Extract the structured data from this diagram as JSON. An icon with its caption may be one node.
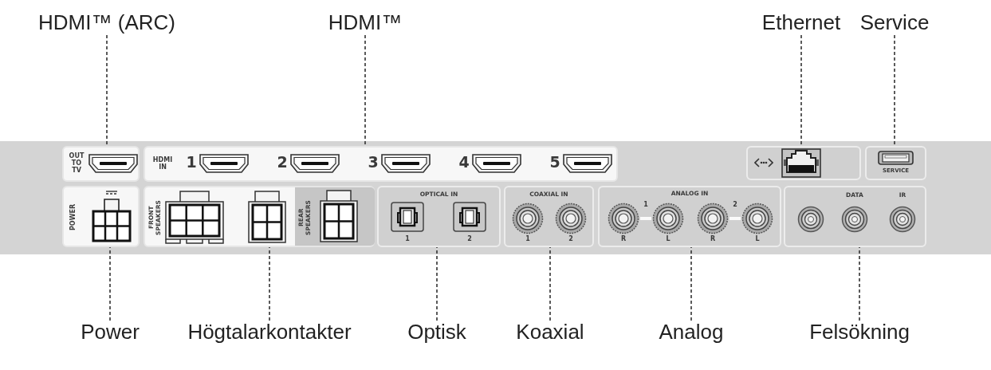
{
  "diagram": {
    "nodes": [
      {
        "text": [
          "HDMI™ (ARC)"
        ]
      },
      {
        "text": [
          "HDMI™"
        ]
      },
      {
        "text": [
          "Ethernet"
        ]
      },
      {
        "text": [
          "Service"
        ]
      },
      {
        "text": [
          "OUT TO TV"
        ]
      },
      {
        "text": [
          "HDMI IN",
          "1",
          "2",
          "3",
          "4",
          "5"
        ]
      },
      {
        "text": [],
        "shape": "box"
      },
      {
        "text": [
          "SERVICE"
        ]
      },
      {
        "text": [
          "POWER"
        ]
      },
      {
        "text": [
          "FRONT SPEAKERS"
        ]
      },
      {
        "text": [
          "REAR SPEAKERS"
        ],
        "in": 9
      },
      {
        "text": [
          "OPTICAL IN",
          "1",
          "2"
        ]
      },
      {
        "text": [
          "COAXIAL IN",
          "1",
          "2"
        ]
      },
      {
        "text": [
          "ANALOG IN",
          "1",
          "2",
          "R",
          "L",
          "R",
          "L"
        ]
      },
      {
        "text": [
          "DATA",
          "IR"
        ]
      },
      {
        "text": [
          "Power"
        ]
      },
      {
        "text": [
          "Högtalarkontakter"
        ]
      },
      {
        "text": [
          "Optisk"
        ]
      },
      {
        "text": [
          "Koaxial"
        ]
      },
      {
        "text": [
          "Analog"
        ]
      },
      {
        "text": [
          "Felsökning"
        ]
      }
    ],
    "edges": [
      {
        "from": 0,
        "to": 4,
        "arrow": "none",
        "style": "dashed"
      },
      {
        "from": 1,
        "to": 5,
        "arrow": "none",
        "style": "dashed"
      },
      {
        "from": 2,
        "to": 6,
        "arrow": "none",
        "style": "dashed"
      },
      {
        "from": 3,
        "to": 7,
        "arrow": "none",
        "style": "dashed"
      },
      {
        "from": 15,
        "to": 8,
        "arrow": "none",
        "style": "dashed"
      },
      {
        "from": 16,
        "to": 9,
        "arrow": "none",
        "style": "dashed"
      },
      {
        "from": 17,
        "to": 11,
        "arrow": "none",
        "style": "dashed"
      },
      {
        "from": 18,
        "to": 12,
        "arrow": "none",
        "style": "dashed"
      },
      {
        "from": 19,
        "to": 13,
        "arrow": "none",
        "style": "dashed"
      },
      {
        "from": 20,
        "to": 14,
        "arrow": "none",
        "style": "dashed"
      }
    ]
  }
}
